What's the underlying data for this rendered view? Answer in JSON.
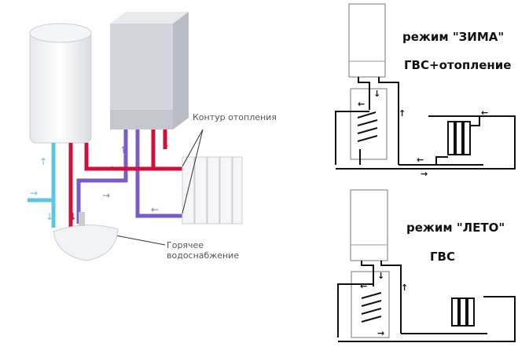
{
  "left_diagram": {
    "heating_circuit_label": "Контур отопления",
    "hot_water_label": "Горячее водоснабжение"
  },
  "winter_mode": {
    "title": "режим \"ЗИМА\"",
    "subtitle": "ГВС+отопление"
  },
  "summer_mode": {
    "title": "режим \"ЛЕТО\"",
    "subtitle": "ГВС"
  },
  "colors": {
    "hot_pipe": "#d0103a",
    "return_pipe": "#7a5cc8",
    "cold_pipe": "#5bc8e0",
    "line": "#111111"
  }
}
